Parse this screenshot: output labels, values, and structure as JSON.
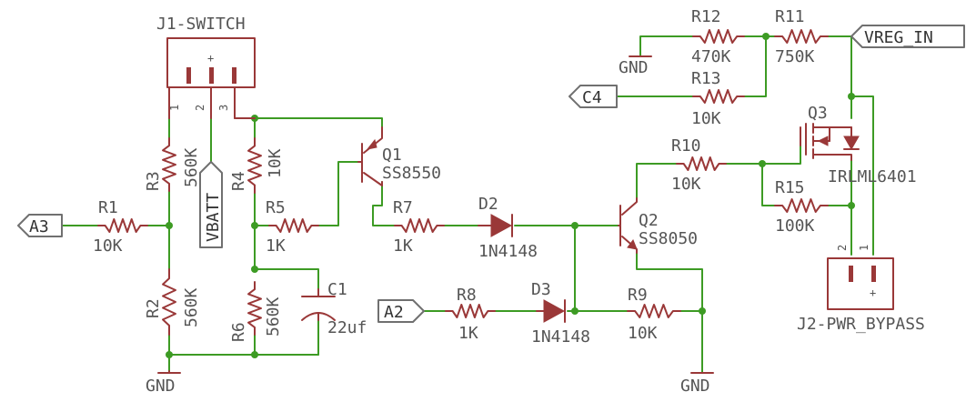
{
  "connectors": {
    "j1": {
      "label": "J1-SWITCH",
      "pins": [
        "1",
        "2",
        "3"
      ],
      "plus": "+"
    },
    "j2": {
      "label": "J2-PWR_BYPASS",
      "pins": [
        "2",
        "1"
      ],
      "plus": "+"
    }
  },
  "ports": {
    "a3": "A3",
    "a2": "A2",
    "c4": "C4",
    "vbatt": "VBATT",
    "vreg_in": "VREG_IN"
  },
  "ground_label": "GND",
  "resistors": {
    "r1": {
      "ref": "R1",
      "value": "10K"
    },
    "r2": {
      "ref": "R2",
      "value": "560K"
    },
    "r3": {
      "ref": "R3",
      "value": "560K"
    },
    "r4": {
      "ref": "R4",
      "value": "10K"
    },
    "r5": {
      "ref": "R5",
      "value": "1K"
    },
    "r6": {
      "ref": "R6",
      "value": "560K"
    },
    "r7": {
      "ref": "R7",
      "value": "1K"
    },
    "r8": {
      "ref": "R8",
      "value": "1K"
    },
    "r9": {
      "ref": "R9",
      "value": "10K"
    },
    "r10": {
      "ref": "R10",
      "value": "10K"
    },
    "r11": {
      "ref": "R11",
      "value": "750K"
    },
    "r12": {
      "ref": "R12",
      "value": "470K"
    },
    "r13": {
      "ref": "R13",
      "value": "10K"
    },
    "r15": {
      "ref": "R15",
      "value": "100K"
    }
  },
  "capacitor": {
    "ref": "C1",
    "value": "22uf"
  },
  "diodes": {
    "d2": {
      "ref": "D2",
      "value": "1N4148"
    },
    "d3": {
      "ref": "D3",
      "value": "1N4148"
    }
  },
  "transistors": {
    "q1": {
      "ref": "Q1",
      "value": "SS8550"
    },
    "q2": {
      "ref": "Q2",
      "value": "SS8050"
    },
    "q3": {
      "ref": "Q3",
      "value": "IRLML6401"
    }
  },
  "colors": {
    "wire": "#3d9b24",
    "component": "#9a3838",
    "text": "#555555",
    "port_outline": "#707070"
  }
}
